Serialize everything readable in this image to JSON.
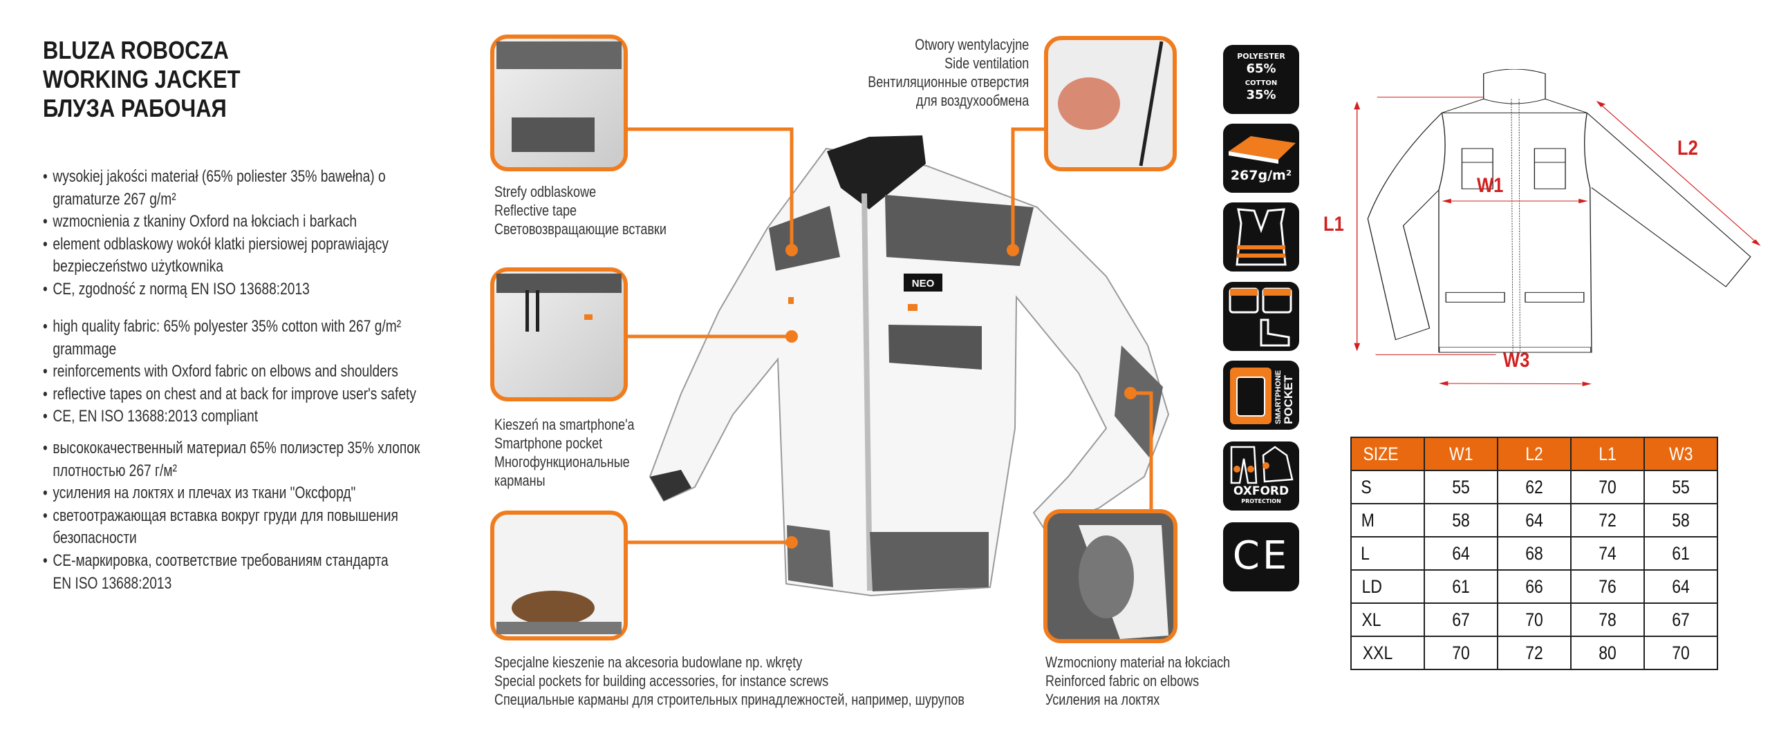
{
  "title": [
    "BLUZA ROBOCZA",
    "WORKING JACKET",
    "БЛУЗА РАБОЧАЯ"
  ],
  "features": {
    "pl": [
      "wysokiej jakości materiał (65% poliester 35% bawełna) o\ngramaturze 267 g/m²",
      "wzmocnienia z tkaniny Oxford na łokciach i barkach",
      "element odblaskowy wokół klatki piersiowej poprawiający\nbezpieczeństwo użytkownika",
      "CE, zgodność z normą EN ISO 13688:2013"
    ],
    "en": [
      "high quality fabric: 65% polyester 35% cotton with 267 g/m²\ngrammage",
      "reinforcements with Oxford fabric on elbows and shoulders",
      "reflective tapes on chest and at back for improve user's safety",
      "CE, EN ISO 13688:2013 compliant"
    ],
    "ru": [
      "высококачественный материал 65% полиэстер 35% хлопок\nплотностью 267 г/м²",
      "усиления на локтях и плечах из ткани \"Оксфорд\"",
      "светоотражающая вставка вокруг груди для повышения\nбезопасности",
      "CE-маркировка, соответствие требованиям стандарта\nEN ISO 13688:2013"
    ]
  },
  "callouts": {
    "ventilation": "Otwory wentylacyjne\nSide ventilation\nВентиляционные отверстия\nдля воздухообмена",
    "reflective": "Strefy odblaskowe\nReflective tape\nСветовозвращающие вставки",
    "smartphone": "Kieszeń na smartphone'a\nSmartphone pocket\nМногофункциональные\nкарманы",
    "special_pockets": "Specjalne kieszenie na akcesoria budowlane np. wkręty\nSpecial pockets for building accessories, for instance screws\nСпециальные карманы для строительных принадлежностей, например, шурупов",
    "elbows": "Wzmocniony materiał na łokciach\nReinforced fabric on elbows\nУсиления на локтях"
  },
  "jacket_logo": "NEO",
  "icons": {
    "material": {
      "l1": "POLYESTER",
      "v1": "65%",
      "l2": "COTTON",
      "v2": "35%"
    },
    "weight": "267g/m²",
    "smartphone": {
      "l1": "SMARTPHONE",
      "l2": "POCKET"
    },
    "oxford": {
      "l1": "OXFORD",
      "l2": "PROTECTION"
    },
    "ce": "CE"
  },
  "diagram": {
    "l1": "L1",
    "l2": "L2",
    "w1": "W1",
    "w3": "W3"
  },
  "size_table": {
    "headers": [
      "SIZE",
      "W1",
      "L2",
      "L1",
      "W3"
    ],
    "rows": [
      [
        "S",
        "55",
        "62",
        "70",
        "55"
      ],
      [
        "M",
        "58",
        "64",
        "72",
        "58"
      ],
      [
        "L",
        "64",
        "68",
        "74",
        "61"
      ],
      [
        "LD",
        "61",
        "66",
        "76",
        "64"
      ],
      [
        "XL",
        "67",
        "70",
        "78",
        "67"
      ],
      [
        "XXL",
        "70",
        "72",
        "80",
        "70"
      ]
    ]
  },
  "colors": {
    "accent": "#f07c1e",
    "table_header": "#e8690f",
    "dimension": "#d21f1f",
    "text": "#2e2e2e"
  }
}
